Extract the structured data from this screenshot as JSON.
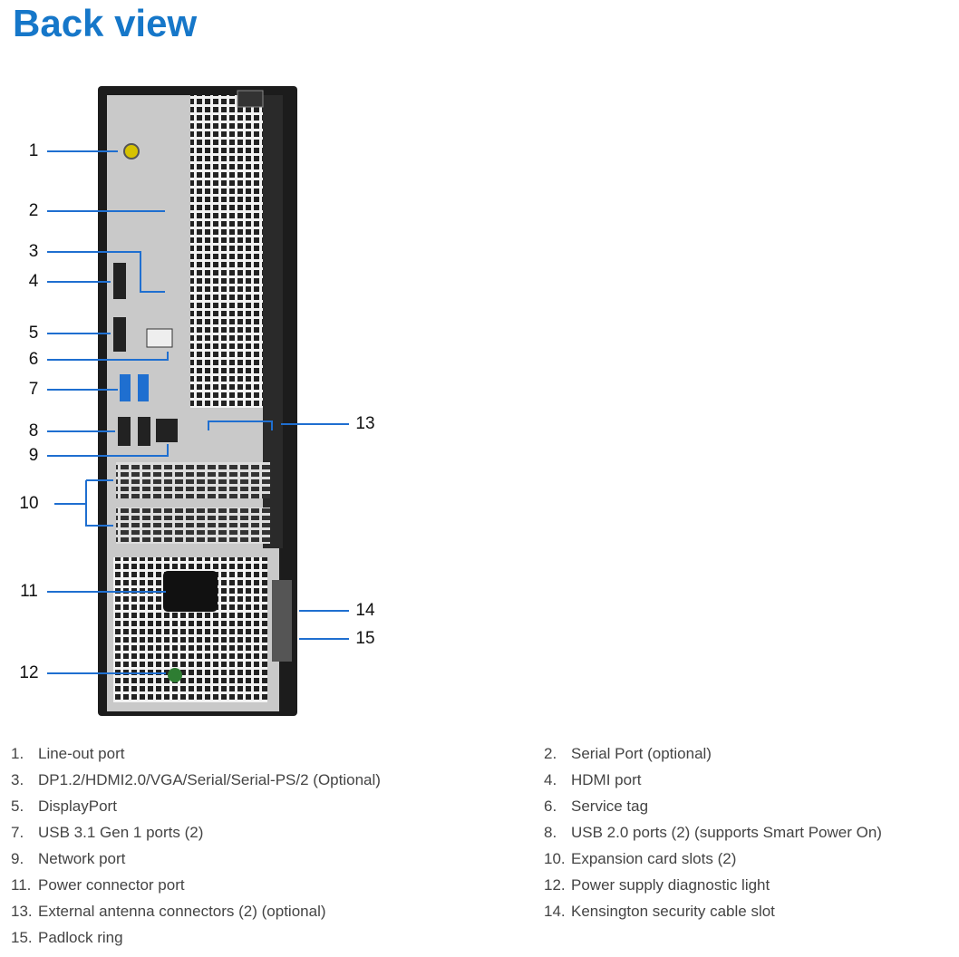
{
  "title": "Back view",
  "callouts": [
    "1",
    "2",
    "3",
    "4",
    "5",
    "6",
    "7",
    "8",
    "9",
    "10",
    "11",
    "12",
    "13",
    "14",
    "15"
  ],
  "legend": [
    {
      "num": "1.",
      "text": "Line-out port"
    },
    {
      "num": "2.",
      "text": "Serial Port (optional)"
    },
    {
      "num": "3.",
      "text": "DP1.2/HDMI2.0/VGA/Serial/Serial-PS/2 (Optional)"
    },
    {
      "num": "4.",
      "text": "HDMI port"
    },
    {
      "num": "5.",
      "text": "DisplayPort"
    },
    {
      "num": "6.",
      "text": "Service tag"
    },
    {
      "num": "7.",
      "text": "USB 3.1 Gen 1 ports (2)"
    },
    {
      "num": "8.",
      "text": "USB 2.0 ports (2) (supports Smart Power On)"
    },
    {
      "num": "9.",
      "text": "Network port"
    },
    {
      "num": "10.",
      "text": "Expansion card slots (2)"
    },
    {
      "num": "11.",
      "text": "Power connector port"
    },
    {
      "num": "12.",
      "text": "Power supply diagnostic light"
    },
    {
      "num": "13.",
      "text": "External antenna connectors (2) (optional)"
    },
    {
      "num": "14.",
      "text": "Kensington security cable slot"
    },
    {
      "num": "15.",
      "text": "Padlock ring"
    }
  ]
}
